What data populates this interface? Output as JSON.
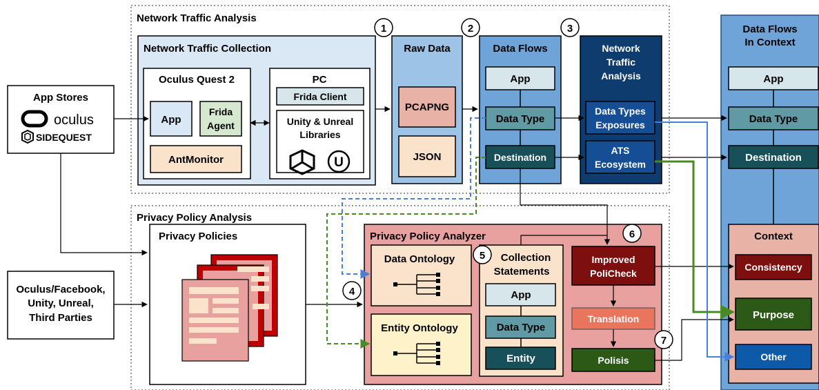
{
  "sections": {
    "network_traffic_analysis": "Network Traffic Analysis",
    "privacy_policy_analysis": "Privacy Policy Analysis"
  },
  "app_stores": {
    "title": "App Stores",
    "logos": [
      "oculus",
      "SIDEQUEST"
    ]
  },
  "third_parties": {
    "lines": [
      "Oculus/Facebook,",
      "Unity, Unreal,",
      "Third Parties"
    ]
  },
  "network_traffic_collection": {
    "title": "Network Traffic Collection",
    "oculus_quest": {
      "title": "Oculus Quest 2",
      "app": "App",
      "frida_agent": [
        "Frida",
        "Agent"
      ],
      "antmonitor": "AntMonitor"
    },
    "pc": {
      "title": "PC",
      "frida_client": "Frida Client",
      "libraries": [
        "Unity & Unreal",
        "Libraries"
      ]
    }
  },
  "raw_data": {
    "title": "Raw Data",
    "items": [
      "PCAPNG",
      "JSON"
    ]
  },
  "data_flows": {
    "title": "Data Flows",
    "items": [
      "App",
      "Data Type",
      "Destination"
    ]
  },
  "network_traffic_analysis_box": {
    "title": [
      "Network",
      "Traffic",
      "Analysis"
    ],
    "data_types_exposures": [
      "Data Types",
      "Exposures"
    ],
    "ats_ecosystem": [
      "ATS",
      "Ecosystem"
    ]
  },
  "data_flows_in_context": {
    "title": [
      "Data Flows",
      "In Context"
    ],
    "items": [
      "App",
      "Data Type",
      "Destination"
    ],
    "context": {
      "title": "Context",
      "items": [
        "Consistency",
        "Purpose",
        "Other"
      ]
    }
  },
  "privacy_policies": {
    "title": "Privacy Policies"
  },
  "privacy_policy_analyzer": {
    "title": "Privacy Policy Analyzer",
    "data_ontology": "Data Ontology",
    "entity_ontology": "Entity Ontology",
    "collection_statements": {
      "title": [
        "Collection",
        "Statements"
      ],
      "items": [
        "App",
        "Data Type",
        "Entity"
      ]
    },
    "improved_policheck": [
      "Improved",
      "PoliCheck"
    ],
    "translation": "Translation",
    "polisis": "Polisis"
  },
  "step_numbers": [
    "1",
    "2",
    "3",
    "4",
    "5",
    "6",
    "7"
  ],
  "colors": {
    "light_blue": "#dae7f5",
    "mid_blue": "#9dc3e6",
    "blue": "#6fa4d9",
    "navy": "#0e3c6e",
    "pale_teal": "#d7e6ea",
    "teal": "#5f9aa5",
    "dark_teal": "#18505a",
    "peach": "#fbe2cb",
    "salmon": "#e8a19e",
    "dark_red": "#7e0f0f",
    "dark_green": "#2c5a16",
    "orange_red": "#e9755c",
    "mid_green_box": "#d6e8cf",
    "pale_yellow": "#fef2cb",
    "pink_box": "#e8b2a7",
    "arrow_blue": "#4a7fd6",
    "arrow_green": "#4a8a25"
  }
}
